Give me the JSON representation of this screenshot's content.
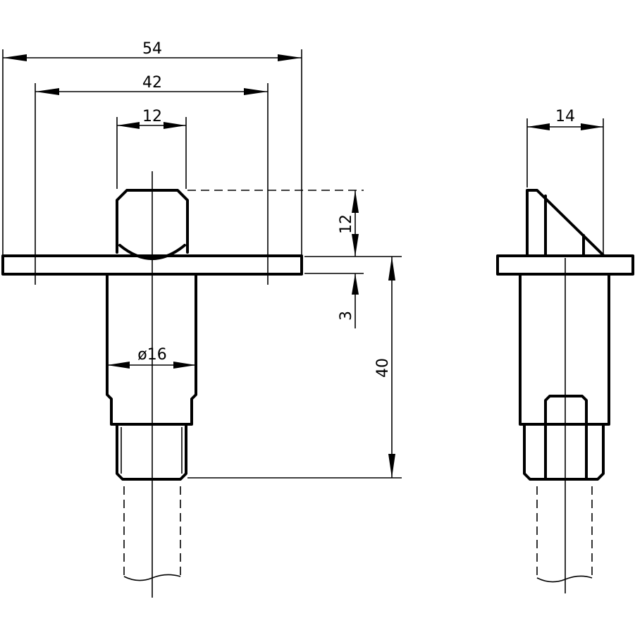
{
  "dimensions": {
    "flange_width": "54",
    "hole_spacing": "42",
    "latch_width": "12",
    "latch_height": "12",
    "flange_thickness": "3",
    "body_depth": "40",
    "body_diameter": "ø16",
    "side_latch_width": "14"
  }
}
